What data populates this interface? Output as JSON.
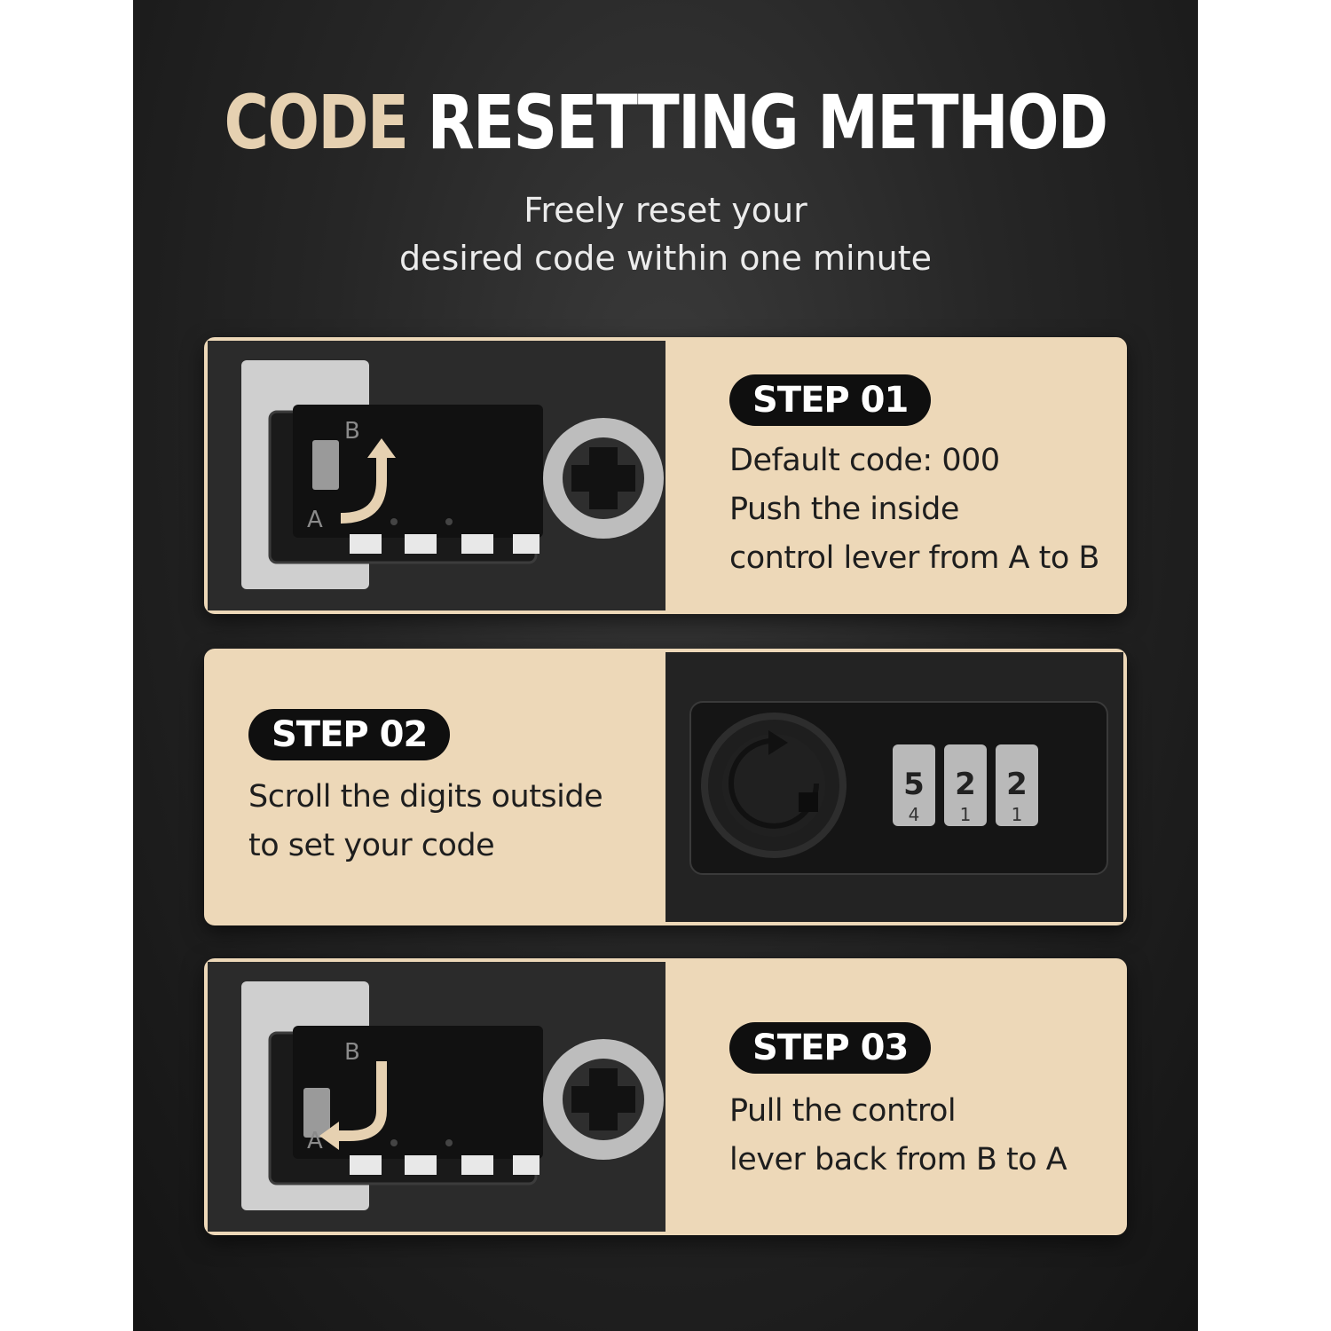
{
  "header": {
    "title_accent": "CODE",
    "title_rest": "RESETTING METHOD",
    "subtitle_line1": "Freely reset your",
    "subtitle_line2": "desired code within one minute"
  },
  "steps": [
    {
      "badge": "STEP 01",
      "lines": [
        "Default code: 000",
        "Push the inside",
        "control lever from A to B"
      ],
      "photo_labels": {
        "a": "A",
        "b": "B"
      }
    },
    {
      "badge": "STEP 02",
      "lines": [
        "Scroll the digits outside",
        "to set your code"
      ],
      "dial_digits": {
        "wheel1": [
          "5",
          "4"
        ],
        "wheel2": [
          "2",
          "1"
        ],
        "wheel3": [
          "2",
          "1"
        ]
      }
    },
    {
      "badge": "STEP 03",
      "lines": [
        "Pull the control",
        "lever back from B to A"
      ],
      "photo_labels": {
        "a": "A",
        "b": "B"
      }
    }
  ],
  "colors": {
    "accent": "#e6d1b1",
    "card": "#edd8b8",
    "badge": "#0f0f0f",
    "background": "#1c1c1c"
  }
}
